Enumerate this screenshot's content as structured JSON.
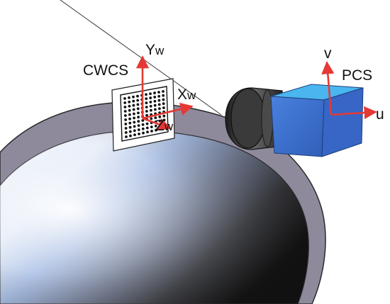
{
  "labels": {
    "cwcs": "CWCS",
    "yw_main": "Y",
    "yw_sub": "w",
    "xw_main": "X",
    "xw_sub": "w",
    "zw_main": "Z",
    "zw_sub": "w",
    "pcs": "PCS",
    "v": "v",
    "u": "u"
  },
  "colors": {
    "axis_red": "#e53935",
    "camera_blue": "#3a6fd0",
    "camera_top": "#49b6f0",
    "lens_dark": "#2b2b2b",
    "pipe_ring": "#8e8a9c",
    "pipe_inner_light": "#f2f5fb",
    "pipe_inner_blue": "#9fb7e2",
    "pipe_inner_dark": "#1d1d1d",
    "target_dot": "#111111"
  },
  "target": {
    "dot_rows": 10,
    "dot_cols": 10
  }
}
